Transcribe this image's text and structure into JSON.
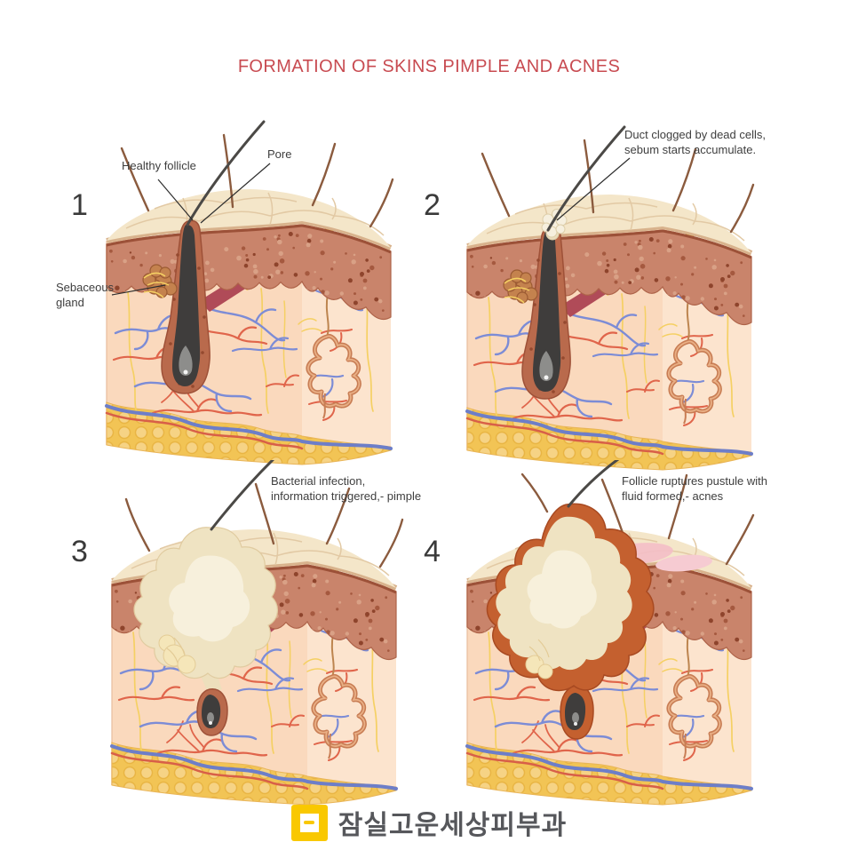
{
  "title": "FORMATION OF SKINS PIMPLE AND ACNES",
  "stages": [
    {
      "number": "1",
      "labels": {
        "healthy_follicle": "Healthy follicle",
        "pore": "Pore",
        "sebaceous_gland_line1": "Sebaceous",
        "sebaceous_gland_line2": "gland"
      }
    },
    {
      "number": "2",
      "caption_line1": "Duct clogged by dead cells,",
      "caption_line2": "sebum starts accumulate."
    },
    {
      "number": "3",
      "caption_line1": "Bacterial infection,",
      "caption_line2": "information triggered,- pimple"
    },
    {
      "number": "4",
      "caption_line1": "Follicle ruptures pustule with",
      "caption_line2": "fluid formed,- acnes"
    }
  ],
  "footer": {
    "clinic_name": "잠실고운세상피부과"
  },
  "colors": {
    "title_text": "#C84B51",
    "label_text": "#3E3E3E",
    "logo_yellow": "#F9C800",
    "footer_text": "#56575B",
    "skin_surface": "#F4E6C9",
    "epidermis": "#C9846B",
    "dermis": "#FAD9BD",
    "fat_layer": "#F2C455",
    "pus": "#EFE3C2",
    "inflamed_ring": "#C4602F",
    "vessel_red": "#E0654B",
    "vessel_blue": "#7C8CD6",
    "nerve_yellow": "#F5D063"
  }
}
